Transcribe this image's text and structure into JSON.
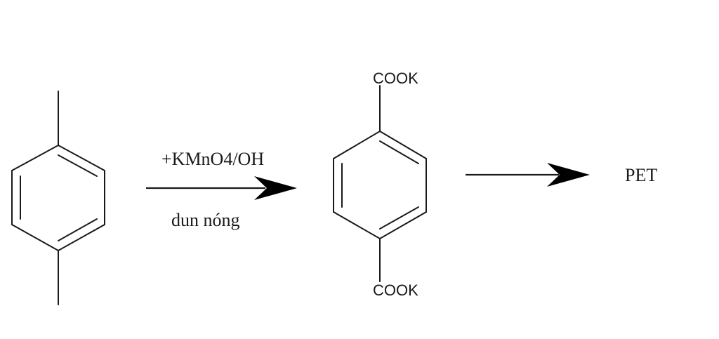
{
  "reaction": {
    "reagent_above_arrow": "+KMnO4/OH",
    "condition_below_arrow": "dun nóng",
    "intermediate_top_group": "COOK",
    "intermediate_bottom_group": "COOK",
    "product": "PET"
  },
  "colors": {
    "ink": "#1a1a1a",
    "background": "#ffffff"
  }
}
